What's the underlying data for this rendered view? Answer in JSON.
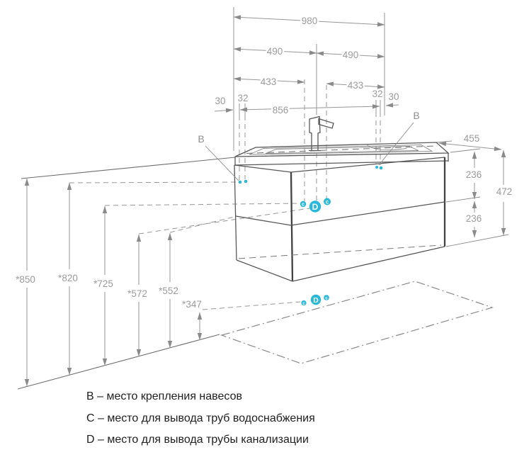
{
  "dimensions": {
    "top": {
      "overall": "980",
      "left_half": "490",
      "right_half": "490",
      "left_span": "433",
      "right_span": "433",
      "edge_left": "30",
      "offset_left": "32",
      "center_span": "856",
      "offset_right": "32",
      "edge_right": "30"
    },
    "right": {
      "depth": "455",
      "upper_section": "236",
      "total_height": "472",
      "lower_section": "236"
    },
    "heights": [
      "*850",
      "*820",
      "*725",
      "*572",
      "*552",
      "*347"
    ]
  },
  "labels": {
    "bracket": "B",
    "supply": "c",
    "drain": "D"
  },
  "legend": {
    "items": [
      {
        "letter": "B",
        "text": "B – место крепления навесов"
      },
      {
        "letter": "C",
        "text": "C – место для вывода труб водоснабжения"
      },
      {
        "letter": "D",
        "text": "D – место для вывода трубы канализации"
      }
    ]
  },
  "colors": {
    "accent_cyan": "#29b7da",
    "dimension_gray": "#9b9b9b",
    "line_gray": "#8b8b8b",
    "edge_dark": "#424242",
    "legend_text": "#1f1f1f"
  }
}
